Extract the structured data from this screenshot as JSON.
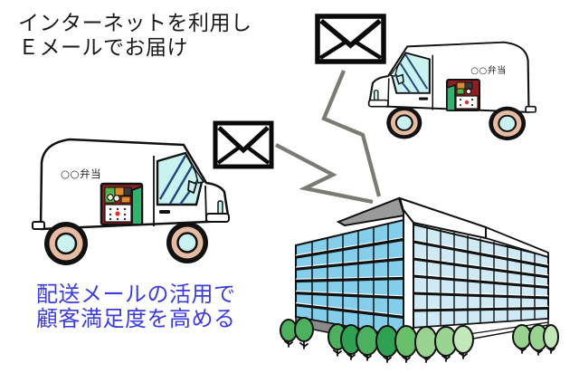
{
  "headline": {
    "line1": "インターネットを利用し",
    "line2": "Ｅメールでお届け"
  },
  "caption": {
    "line1": "配送メールの活用で",
    "line2": "顧客満足度を高める"
  },
  "vans": {
    "left": {
      "label": "○○弁当"
    },
    "right": {
      "label": "○○弁当"
    }
  },
  "colors": {
    "headline_text": "#1a1a1a",
    "caption_text": "#3c3cdc",
    "envelope_black": "#0a0a0a",
    "bolt_gray": "#7b7b74",
    "van_body": "#ffffff",
    "window_cyan": "#c9f2f0",
    "window_stripe": "#24467c",
    "wheel_rim_tan": "#e6bba1",
    "wheel_hub_cyan": "#c9f2f0",
    "bento_box_red": "#8a2020",
    "bento_green": "#53b14e",
    "bento_orange": "#e08a30",
    "bento_dark": "#3a3a3a",
    "bento_egg": "#f5f0e0",
    "bento_rice": "#ffffff",
    "bento_ume_red": "#e23030",
    "wrapper_green": "#2db36b",
    "building_left_face": "#85ceeb",
    "building_right_face": "#cfeaf5",
    "roof_gray": "#9a9a9a",
    "base_gray": "#8a8a8a",
    "tree_dark": "#2fa153",
    "tree_medium": "#4cb05f",
    "tree_medium_light": "#6abf6a",
    "tree_light": "#9ad292",
    "tree_pale": "#c2e7b8",
    "trunk": "#111111"
  }
}
